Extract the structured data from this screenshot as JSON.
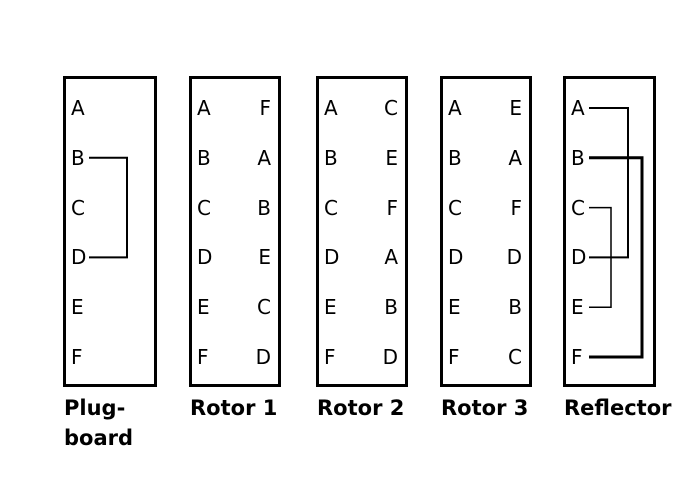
{
  "background": "#ffffff",
  "ink_color": "#000000",
  "panels": [
    {
      "id": "plugboard",
      "label_lines": [
        "Plug-",
        "board"
      ],
      "left_letters": [
        "A",
        "B",
        "C",
        "D",
        "E",
        "F"
      ],
      "right_letters": [],
      "connections": [
        {
          "from": "B",
          "to": "D"
        }
      ]
    },
    {
      "id": "rotor1",
      "label": "Rotor 1",
      "left_letters": [
        "A",
        "B",
        "C",
        "D",
        "E",
        "F"
      ],
      "right_letters": [
        "F",
        "A",
        "B",
        "E",
        "C",
        "D"
      ],
      "connections": []
    },
    {
      "id": "rotor2",
      "label": "Rotor 2",
      "left_letters": [
        "A",
        "B",
        "C",
        "D",
        "E",
        "F"
      ],
      "right_letters": [
        "C",
        "E",
        "F",
        "A",
        "B",
        "D"
      ],
      "connections": []
    },
    {
      "id": "rotor3",
      "label": "Rotor 3",
      "left_letters": [
        "A",
        "B",
        "C",
        "D",
        "E",
        "F"
      ],
      "right_letters": [
        "E",
        "A",
        "F",
        "D",
        "B",
        "C"
      ],
      "connections": []
    },
    {
      "id": "reflector",
      "label": "Reflector",
      "left_letters": [
        "A",
        "B",
        "C",
        "D",
        "E",
        "F"
      ],
      "right_letters": [],
      "connections": [
        {
          "from": "A",
          "to": "D"
        },
        {
          "from": "B",
          "to": "F"
        },
        {
          "from": "C",
          "to": "E"
        }
      ]
    }
  ]
}
